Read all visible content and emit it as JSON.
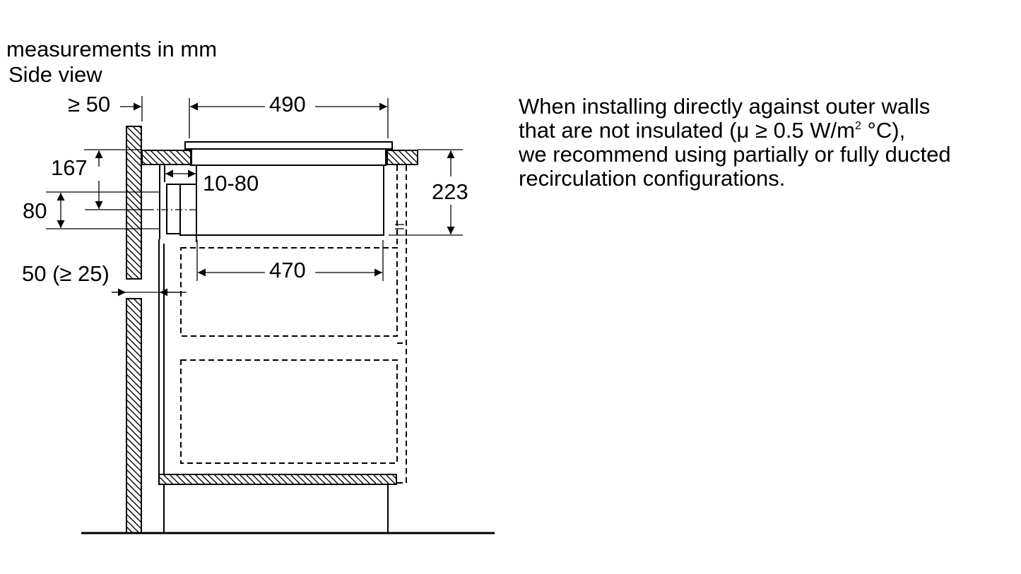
{
  "captions": {
    "units": "measurements in mm",
    "view": "Side view"
  },
  "note": {
    "line1": "When installing directly against outer walls",
    "line2_pre": "that are not insulated (μ ≥ 0.5 W/m",
    "line2_sup": "2",
    "line2_post": " °C),",
    "line3": "we recommend using partially or fully ducted",
    "line4": "recirculation configurations."
  },
  "dimensions": {
    "wall_clearance": "≥ 50",
    "hob_width": "490",
    "inner_width": "470",
    "height_167": "167",
    "height_80": "80",
    "duct_gap": "10-80",
    "depth_223": "223",
    "rear_gap": "50 (≥ 25)"
  }
}
